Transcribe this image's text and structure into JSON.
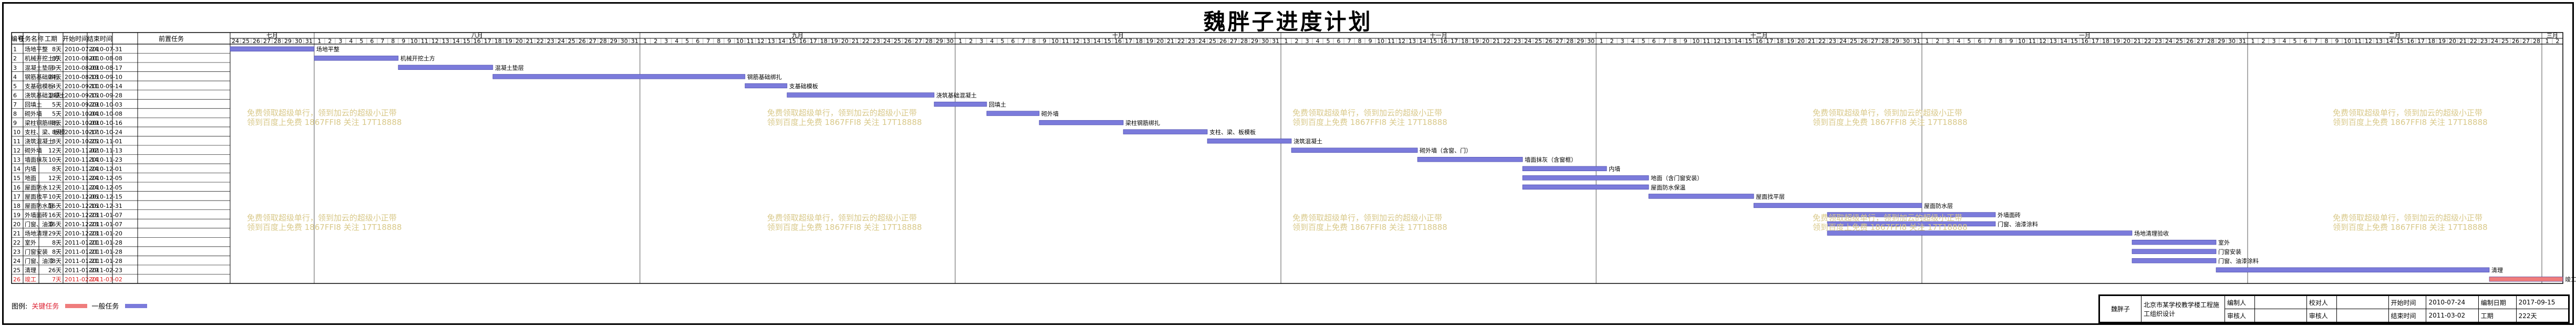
{
  "title": "魏胖子进度计划",
  "headers": {
    "no": "编号",
    "name": "任务名称",
    "duration": "工期",
    "start": "开始时间",
    "end": "结束时间",
    "resource": "前置任务"
  },
  "months": [
    {
      "label": "七月",
      "start": "2010-07-24",
      "end": "2010-07-31"
    },
    {
      "label": "八月",
      "start": "2010-08-01",
      "end": "2010-08-31"
    },
    {
      "label": "九月",
      "start": "2010-09-01",
      "end": "2010-09-30"
    },
    {
      "label": "十月",
      "start": "2010-10-01",
      "end": "2010-10-31"
    },
    {
      "label": "十一月",
      "start": "2010-11-01",
      "end": "2010-11-30"
    },
    {
      "label": "十二月",
      "start": "2010-12-01",
      "end": "2010-12-31"
    },
    {
      "label": "一月",
      "start": "2011-01-01",
      "end": "2011-01-31"
    },
    {
      "label": "二月",
      "start": "2011-02-01",
      "end": "2011-02-28"
    },
    {
      "label": "三月",
      "start": "2011-03-01",
      "end": "2011-03-02"
    }
  ],
  "watermark": {
    "line1": "免费领取超级单行，领到加云的超级小正带",
    "line2": "领到百度上免费 1867FFI8 关注 17T18888"
  },
  "chart_data": {
    "type": "gantt",
    "title": "魏胖子进度计划",
    "x_range": [
      "2010-07-24",
      "2011-03-02"
    ],
    "tasks": [
      {
        "no": "1",
        "name": "场地平整",
        "duration": "8天",
        "start": "2010-07-24",
        "end": "2010-07-31",
        "bar_label": "场地平整",
        "critical": false
      },
      {
        "no": "2",
        "name": "机械开挖土方",
        "duration": "8天",
        "start": "2010-08-01",
        "end": "2010-08-08",
        "bar_label": "机械开挖土方",
        "critical": false
      },
      {
        "no": "3",
        "name": "混凝土垫层",
        "duration": "9天",
        "start": "2010-08-09",
        "end": "2010-08-17",
        "bar_label": "混凝土垫层",
        "critical": false
      },
      {
        "no": "4",
        "name": "钢筋基础绑扎",
        "duration": "24天",
        "start": "2010-08-18",
        "end": "2010-09-10",
        "bar_label": "钢筋基础绑扎",
        "critical": false
      },
      {
        "no": "5",
        "name": "支基础模板",
        "duration": "4天",
        "start": "2010-09-11",
        "end": "2010-09-14",
        "bar_label": "支基础模板",
        "critical": false
      },
      {
        "no": "6",
        "name": "浇筑基础混凝土",
        "duration": "14天",
        "start": "2010-09-15",
        "end": "2010-09-28",
        "bar_label": "浇筑基础混凝土",
        "critical": false
      },
      {
        "no": "7",
        "name": "回填土",
        "duration": "5天",
        "start": "2010-09-29",
        "end": "2010-10-03",
        "bar_label": "回填土",
        "critical": false
      },
      {
        "no": "8",
        "name": "砌外墙",
        "duration": "5天",
        "start": "2010-10-04",
        "end": "2010-10-08",
        "bar_label": "砌外墙",
        "critical": false
      },
      {
        "no": "9",
        "name": "梁柱钢筋绑扎",
        "duration": "8天",
        "start": "2010-10-09",
        "end": "2010-10-16",
        "bar_label": "梁柱钢筋绑扎",
        "critical": false
      },
      {
        "no": "10",
        "name": "支柱、梁、板模",
        "duration": "8天",
        "start": "2010-10-17",
        "end": "2010-10-24",
        "bar_label": "支柱、梁、板模板",
        "critical": false
      },
      {
        "no": "11",
        "name": "浇筑混凝土",
        "duration": "8天",
        "start": "2010-10-25",
        "end": "2010-11-01",
        "bar_label": "浇筑混凝土",
        "critical": false
      },
      {
        "no": "12",
        "name": "砌外墙",
        "duration": "12天",
        "start": "2010-11-02",
        "end": "2010-11-13",
        "bar_label": "砌外墙（含窗、门）",
        "critical": false
      },
      {
        "no": "13",
        "name": "墙面抹灰",
        "duration": "10天",
        "start": "2010-11-14",
        "end": "2010-11-23",
        "bar_label": "墙面抹灰（含窗框）",
        "critical": false
      },
      {
        "no": "14",
        "name": "内墙",
        "duration": "8天",
        "start": "2010-11-24",
        "end": "2010-12-01",
        "bar_label": "内墙",
        "critical": false
      },
      {
        "no": "15",
        "name": "地面",
        "duration": "12天",
        "start": "2010-11-24",
        "end": "2010-12-05",
        "bar_label": "地面（含门窗安装）",
        "critical": false
      },
      {
        "no": "16",
        "name": "屋面防水",
        "duration": "12天",
        "start": "2010-11-24",
        "end": "2010-12-05",
        "bar_label": "屋面防水保温",
        "critical": false
      },
      {
        "no": "17",
        "name": "屋面找平",
        "duration": "10天",
        "start": "2010-12-06",
        "end": "2010-12-15",
        "bar_label": "屋面找平层",
        "critical": false
      },
      {
        "no": "18",
        "name": "屋面防水层",
        "duration": "16天",
        "start": "2010-12-16",
        "end": "2010-12-31",
        "bar_label": "屋面防水层",
        "critical": false
      },
      {
        "no": "19",
        "name": "外墙面砖",
        "duration": "16天",
        "start": "2010-12-23",
        "end": "2011-01-07",
        "bar_label": "外墙面砖",
        "critical": false
      },
      {
        "no": "20",
        "name": "门窗、油漆",
        "duration": "16天",
        "start": "2010-12-23",
        "end": "2011-01-07",
        "bar_label": "门窗、油漆涂料",
        "critical": false
      },
      {
        "no": "21",
        "name": "场地清理",
        "duration": "29天",
        "start": "2010-12-23",
        "end": "2011-01-20",
        "bar_label": "场地清理验收",
        "critical": false
      },
      {
        "no": "22",
        "name": "室外",
        "duration": "8天",
        "start": "2011-01-21",
        "end": "2011-01-28",
        "bar_label": "室外",
        "critical": false
      },
      {
        "no": "23",
        "name": "门窗安装",
        "duration": "8天",
        "start": "2011-01-21",
        "end": "2011-01-28",
        "bar_label": "门窗安装",
        "critical": false
      },
      {
        "no": "24",
        "name": "门窗、油漆",
        "duration": "8天",
        "start": "2011-01-21",
        "end": "2011-01-28",
        "bar_label": "门窗、油漆涂料",
        "critical": false
      },
      {
        "no": "25",
        "name": "清理",
        "duration": "26天",
        "start": "2011-01-29",
        "end": "2011-02-23",
        "bar_label": "清理",
        "critical": false
      },
      {
        "no": "26",
        "name": "竣工",
        "duration": "7天",
        "start": "2011-02-24",
        "end": "2011-03-02",
        "bar_label": "竣工",
        "critical": true
      }
    ],
    "colors": {
      "normal": "#7b7bdb",
      "critical": "#ef7d7d"
    }
  },
  "legend": {
    "label": "图例:",
    "critical_label": "关键任务",
    "normal_label": "一般任务",
    "critical_color": "#ef7d7d",
    "normal_color": "#7b7bdb"
  },
  "info": {
    "unit_label": "魏胖子",
    "project_name": "北京市某学校教学楼工程施工组织设计",
    "author_label": "编制人",
    "author": "",
    "reviewer_label": "审核人",
    "reviewer": "",
    "approve_label": "校对人",
    "approver": "",
    "checker_label": "审核人",
    "checker": "",
    "start_label": "开始时间",
    "start_value": "2010-07-24",
    "end_label": "结束时间",
    "end_value": "2011-03-02",
    "date_label": "编制日期",
    "date_value": "2017-09-15",
    "days_label": "工期",
    "days_value": "222天"
  }
}
